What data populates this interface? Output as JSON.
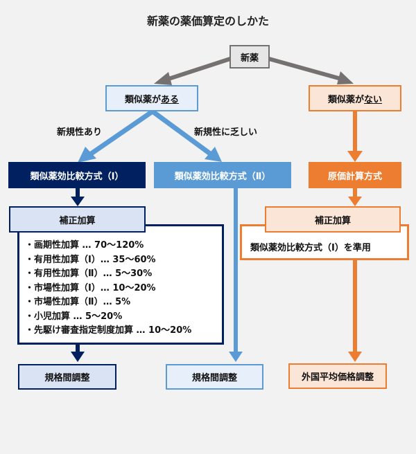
{
  "title": "新薬の薬価算定のしかた",
  "root": "新薬",
  "colors": {
    "gray": "#767171",
    "navy": "#002060",
    "blue": "#5b9bd5",
    "orange": "#ed7d31",
    "navy_light": "#dae3f3",
    "blue_light": "#e7f0fa",
    "orange_light": "#fbe5d6"
  },
  "branch_yes": {
    "prefix": "類似薬が",
    "emph": "ある"
  },
  "branch_no": {
    "prefix": "類似薬が",
    "emph": "ない"
  },
  "edge_labels": {
    "novel": "新規性あり",
    "not_novel": "新規性に乏しい"
  },
  "method1": "類似薬効比較方式（Ⅰ）",
  "method2": "類似薬効比較方式（Ⅱ）",
  "method3": "原価計算方式",
  "correction1": {
    "title": "補正加算",
    "items": [
      "・画期性加算 … 70～120%",
      "・有用性加算（Ⅰ）… 35～60%",
      "・有用性加算（Ⅱ）… 5～30%",
      "・市場性加算（Ⅰ）… 10～20%",
      "・市場性加算（Ⅱ）… 5%",
      "・小児加算 … 5～20%",
      "・先駆け審査指定制度加算 … 10～20%"
    ]
  },
  "correction3": {
    "title": "補正加算",
    "body": "類似薬効比較方式（Ⅰ）を準用"
  },
  "final1": "規格間調整",
  "final2": "規格間調整",
  "final3": "外国平均価格調整"
}
